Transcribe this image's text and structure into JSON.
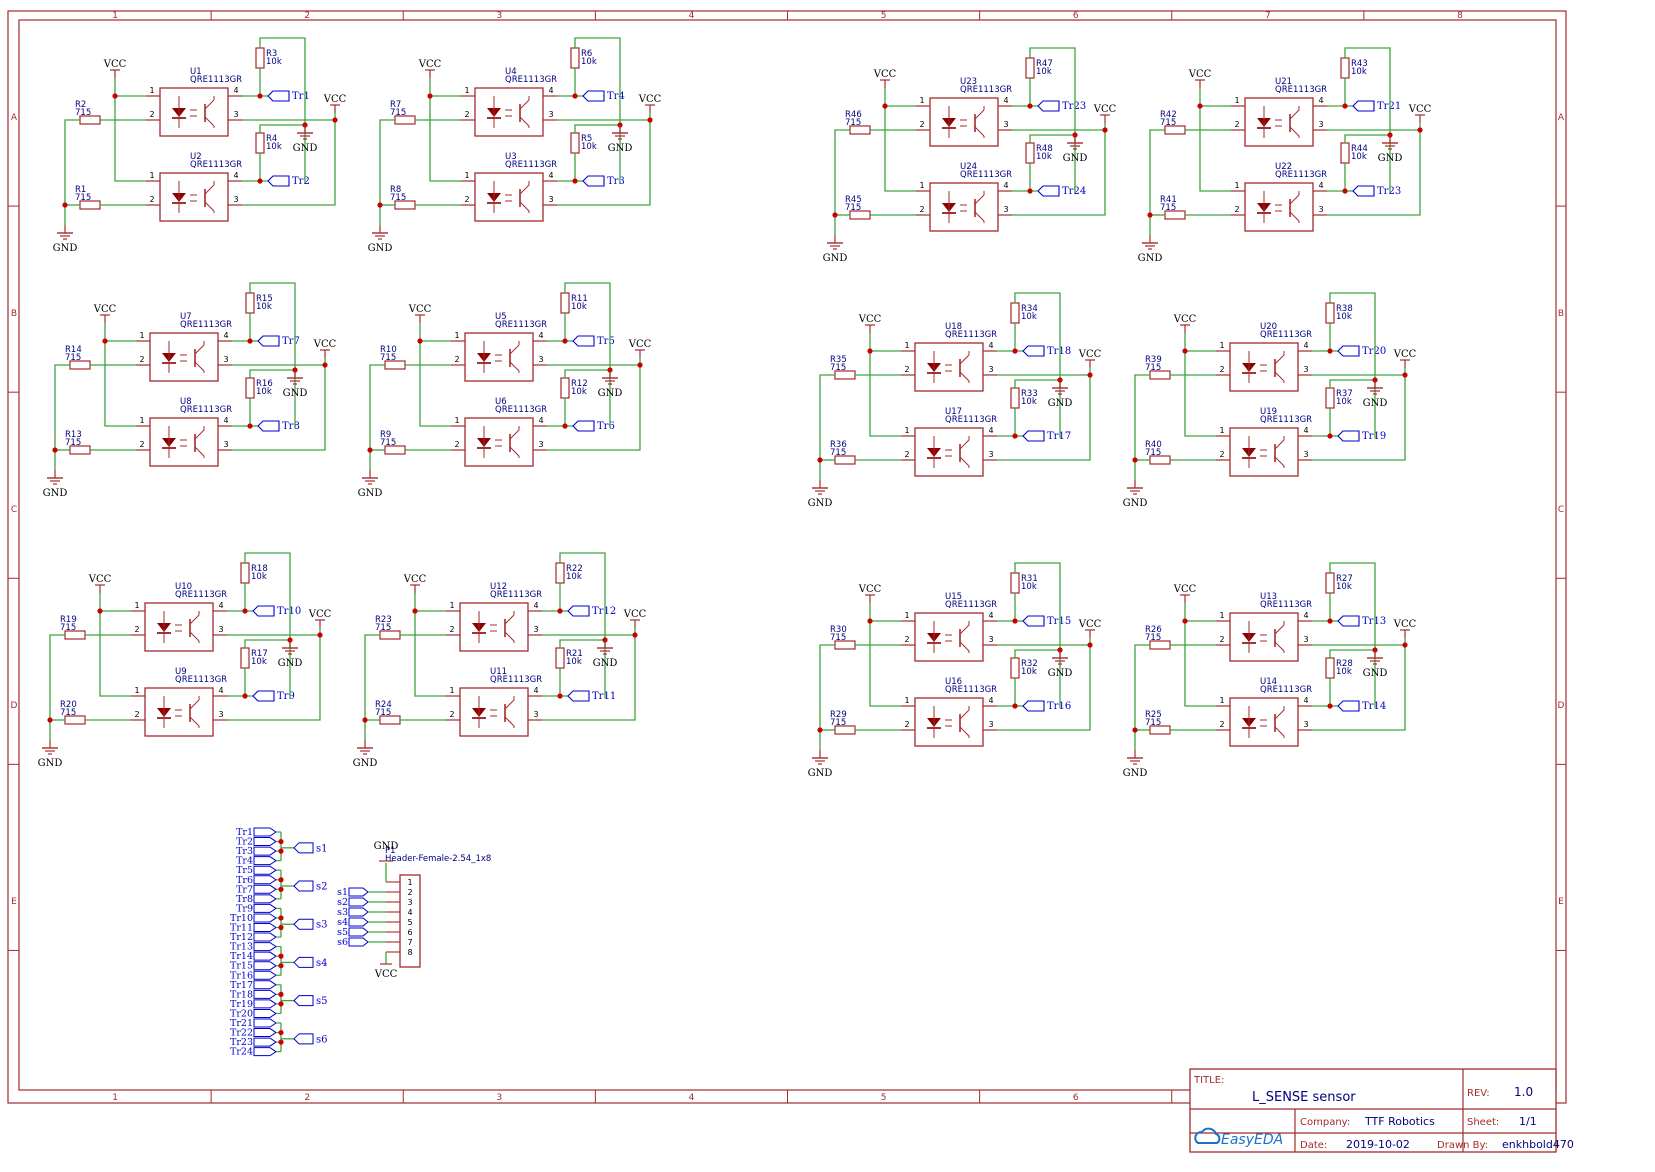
{
  "frame": {
    "columns": [
      "1",
      "2",
      "3",
      "4",
      "5",
      "6",
      "7",
      "8"
    ],
    "rows": [
      "A",
      "B",
      "C",
      "D",
      "E"
    ]
  },
  "common": {
    "vcc": "VCC",
    "gnd": "GND",
    "part": "QRE1113GR",
    "r_led": "715",
    "r_pull": "10k",
    "pins": [
      "1",
      "2",
      "3",
      "4"
    ]
  },
  "blocks": [
    {
      "top": {
        "u": "U1",
        "rp": "R3",
        "rl": "R2",
        "tr": "Tr1"
      },
      "bot": {
        "u": "U2",
        "rp": "R4",
        "rl": "R1",
        "tr": "Tr2"
      }
    },
    {
      "top": {
        "u": "U4",
        "rp": "R6",
        "rl": "R7",
        "tr": "Tr4"
      },
      "bot": {
        "u": "U3",
        "rp": "R5",
        "rl": "R8",
        "tr": "Tr3"
      }
    },
    {
      "top": {
        "u": "U7",
        "rp": "R15",
        "rl": "R14",
        "tr": "Tr7"
      },
      "bot": {
        "u": "U8",
        "rp": "R16",
        "rl": "R13",
        "tr": "Tr8"
      }
    },
    {
      "top": {
        "u": "U5",
        "rp": "R11",
        "rl": "R10",
        "tr": "Tr5"
      },
      "bot": {
        "u": "U6",
        "rp": "R12",
        "rl": "R9",
        "tr": "Tr6"
      }
    },
    {
      "top": {
        "u": "U10",
        "rp": "R18",
        "rl": "R19",
        "tr": "Tr10"
      },
      "bot": {
        "u": "U9",
        "rp": "R17",
        "rl": "R20",
        "tr": "Tr9"
      }
    },
    {
      "top": {
        "u": "U12",
        "rp": "R22",
        "rl": "R23",
        "tr": "Tr12"
      },
      "bot": {
        "u": "U11",
        "rp": "R21",
        "rl": "R24",
        "tr": "Tr11"
      }
    },
    {
      "top": {
        "u": "U23",
        "rp": "R47",
        "rl": "R46",
        "tr": "Tr23"
      },
      "bot": {
        "u": "U24",
        "rp": "R48",
        "rl": "R45",
        "tr": "Tr24"
      }
    },
    {
      "top": {
        "u": "U21",
        "rp": "R43",
        "rl": "R42",
        "tr": "Tr21"
      },
      "bot": {
        "u": "U22",
        "rp": "R44",
        "rl": "R41",
        "tr": "Tr23"
      }
    },
    {
      "top": {
        "u": "U18",
        "rp": "R34",
        "rl": "R35",
        "tr": "Tr18"
      },
      "bot": {
        "u": "U17",
        "rp": "R33",
        "rl": "R36",
        "tr": "Tr17"
      }
    },
    {
      "top": {
        "u": "U20",
        "rp": "R38",
        "rl": "R39",
        "tr": "Tr20"
      },
      "bot": {
        "u": "U19",
        "rp": "R37",
        "rl": "R40",
        "tr": "Tr19"
      }
    },
    {
      "top": {
        "u": "U15",
        "rp": "R31",
        "rl": "R30",
        "tr": "Tr15"
      },
      "bot": {
        "u": "U16",
        "rp": "R32",
        "rl": "R29",
        "tr": "Tr16"
      }
    },
    {
      "top": {
        "u": "U13",
        "rp": "R27",
        "rl": "R26",
        "tr": "Tr13"
      },
      "bot": {
        "u": "U14",
        "rp": "R28",
        "rl": "R25",
        "tr": "Tr14"
      }
    }
  ],
  "tr_bus": [
    "Tr1",
    "Tr2",
    "Tr3",
    "Tr4",
    "Tr5",
    "Tr6",
    "Tr7",
    "Tr8",
    "Tr9",
    "Tr10",
    "Tr11",
    "Tr12",
    "Tr13",
    "Tr14",
    "Tr15",
    "Tr16",
    "Tr17",
    "Tr18",
    "Tr19",
    "Tr20",
    "Tr21",
    "Tr22",
    "Tr23",
    "Tr24"
  ],
  "s_outputs": [
    "s1",
    "s2",
    "s3",
    "s4",
    "s5",
    "s6"
  ],
  "header": {
    "ref": "P1",
    "name": "Header-Female-2.54_1x8",
    "pins": [
      "1",
      "2",
      "3",
      "4",
      "5",
      "6",
      "7",
      "8"
    ],
    "inputs": [
      "s1",
      "s2",
      "s3",
      "s4",
      "s5",
      "s6"
    ],
    "gnd": "GND",
    "vcc": "VCC"
  },
  "title_block": {
    "title_label": "TITLE:",
    "title": "L_SENSE sensor",
    "rev_label": "REV:",
    "rev": "1.0",
    "company_label": "Company:",
    "company": "TTF Robotics",
    "sheet_label": "Sheet:",
    "sheet": "1/1",
    "date_label": "Date:",
    "date": "2019-10-02",
    "drawn_label": "Drawn By:",
    "drawn": "enkhbold470",
    "logo": "EasyEDA"
  },
  "colors": {
    "frame": "#a52a2a",
    "wire": "#3fa33f",
    "component": "#a52a2a",
    "net": "#0000cc",
    "text": "#000080",
    "junction": "#cc0000"
  }
}
